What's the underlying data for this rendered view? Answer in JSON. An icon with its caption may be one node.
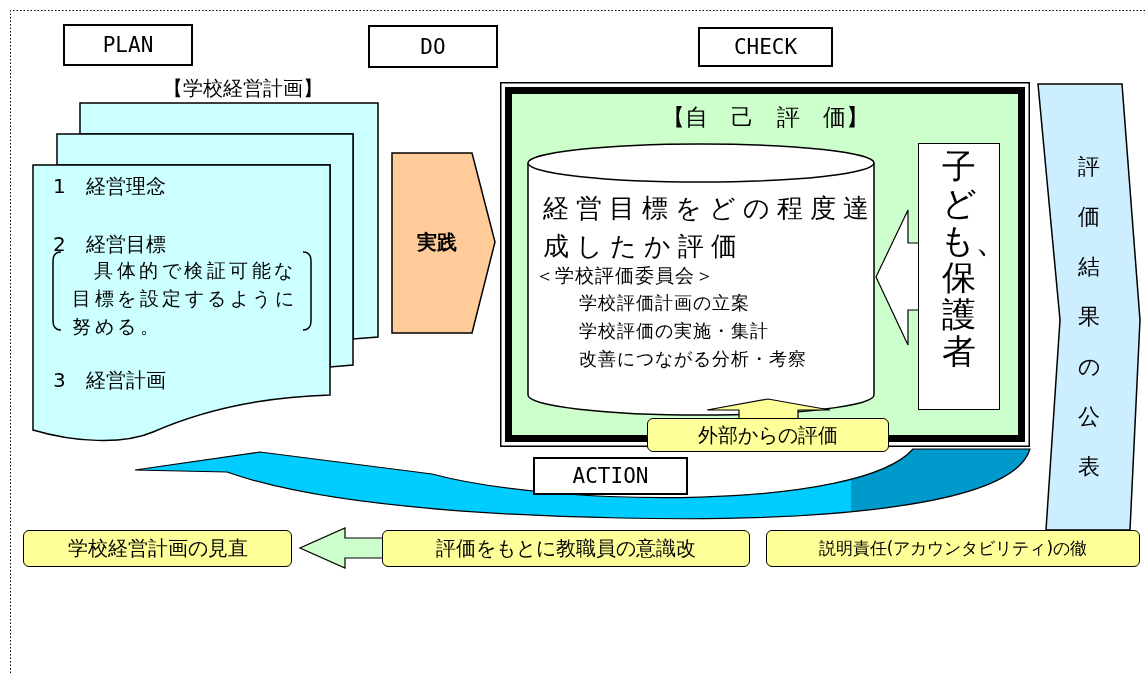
{
  "diagram": {
    "nodes": [
      {
        "text": [
          "PLAN"
        ]
      },
      {
        "text": [
          "DO"
        ]
      },
      {
        "text": [
          "CHECK"
        ]
      },
      {
        "text": [
          "ACTION"
        ]
      },
      {
        "text": [
          "【学校経営計画】",
          "1　経営理念",
          "2　経営目標",
          "具体的で検証可能な目標を設定するように努める。",
          "3　経営計画"
        ]
      },
      {
        "text": [
          "実践"
        ]
      },
      {
        "text": [
          "【自　己　評　価】"
        ]
      },
      {
        "text": [
          "経営目標をどの程度達成したか評価",
          "＜学校評価委員会＞",
          "学校評価計画の立案",
          "学校評価の実施・集計",
          "改善につながる分析・考察"
        ],
        "in": 6
      },
      {
        "text": [
          "子ども、保護者"
        ],
        "in": 6
      },
      {
        "text": [
          "外部からの評価"
        ]
      },
      {
        "text": [
          "評価結果の公表"
        ]
      },
      {
        "text": [
          "学校経営計画の見直"
        ]
      },
      {
        "text": [
          "評価をもとに教職員の意識改"
        ]
      },
      {
        "text": [
          "説明責任(アカウンタビリティ)の徹"
        ]
      }
    ],
    "edges": [
      {
        "from": 6,
        "to": 4,
        "arrow": "to"
      },
      {
        "from": 8,
        "to": 7,
        "arrow": "to"
      },
      {
        "from": 9,
        "to": 7,
        "arrow": "to"
      },
      {
        "from": 12,
        "to": 11,
        "arrow": "to"
      }
    ]
  }
}
